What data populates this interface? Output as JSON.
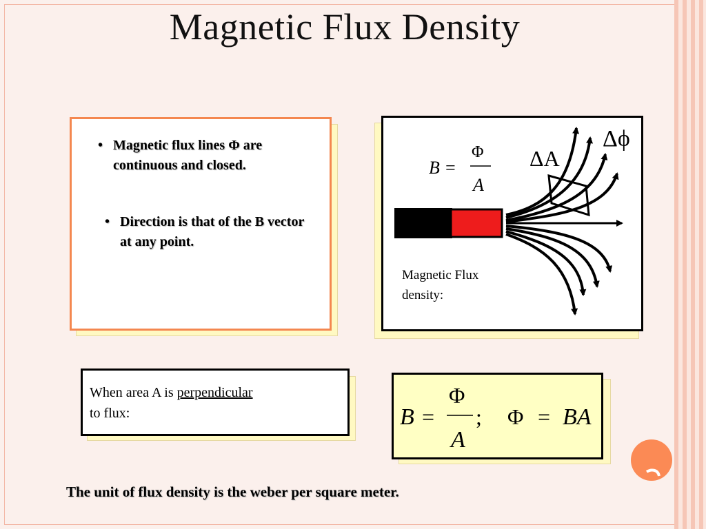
{
  "slide": {
    "title": "Magnetic Flux Density",
    "bullets": [
      {
        "text": "Magnetic flux lines Φ are continuous and closed."
      },
      {
        "text": "Direction is that of the B vector at any point."
      }
    ],
    "figure": {
      "formula_lhs": "B =",
      "formula_num": "Φ",
      "formula_den": "A",
      "delta_area_label": "ΔA",
      "delta_flux_label": "Δϕ",
      "caption": "Magnetic Flux density:"
    },
    "perpendicular_note": {
      "prefix": "When area A is ",
      "underlined": "perpendicular",
      "suffix": " to flux:"
    },
    "formula_box": {
      "b": "B",
      "eq": "=",
      "phi": "Φ",
      "a": "A",
      "sep": ";",
      "phi2": "Φ",
      "eq2": "=",
      "ba": "BA"
    },
    "footer": "The unit of flux density is the weber per square meter.",
    "colors": {
      "accent_orange": "#f4874f",
      "shadow_yellow": "#fff9c2",
      "magnet_red": "#ee1c1c",
      "magnet_black": "#000000",
      "stripe_pink": "#f6c6b6"
    }
  }
}
